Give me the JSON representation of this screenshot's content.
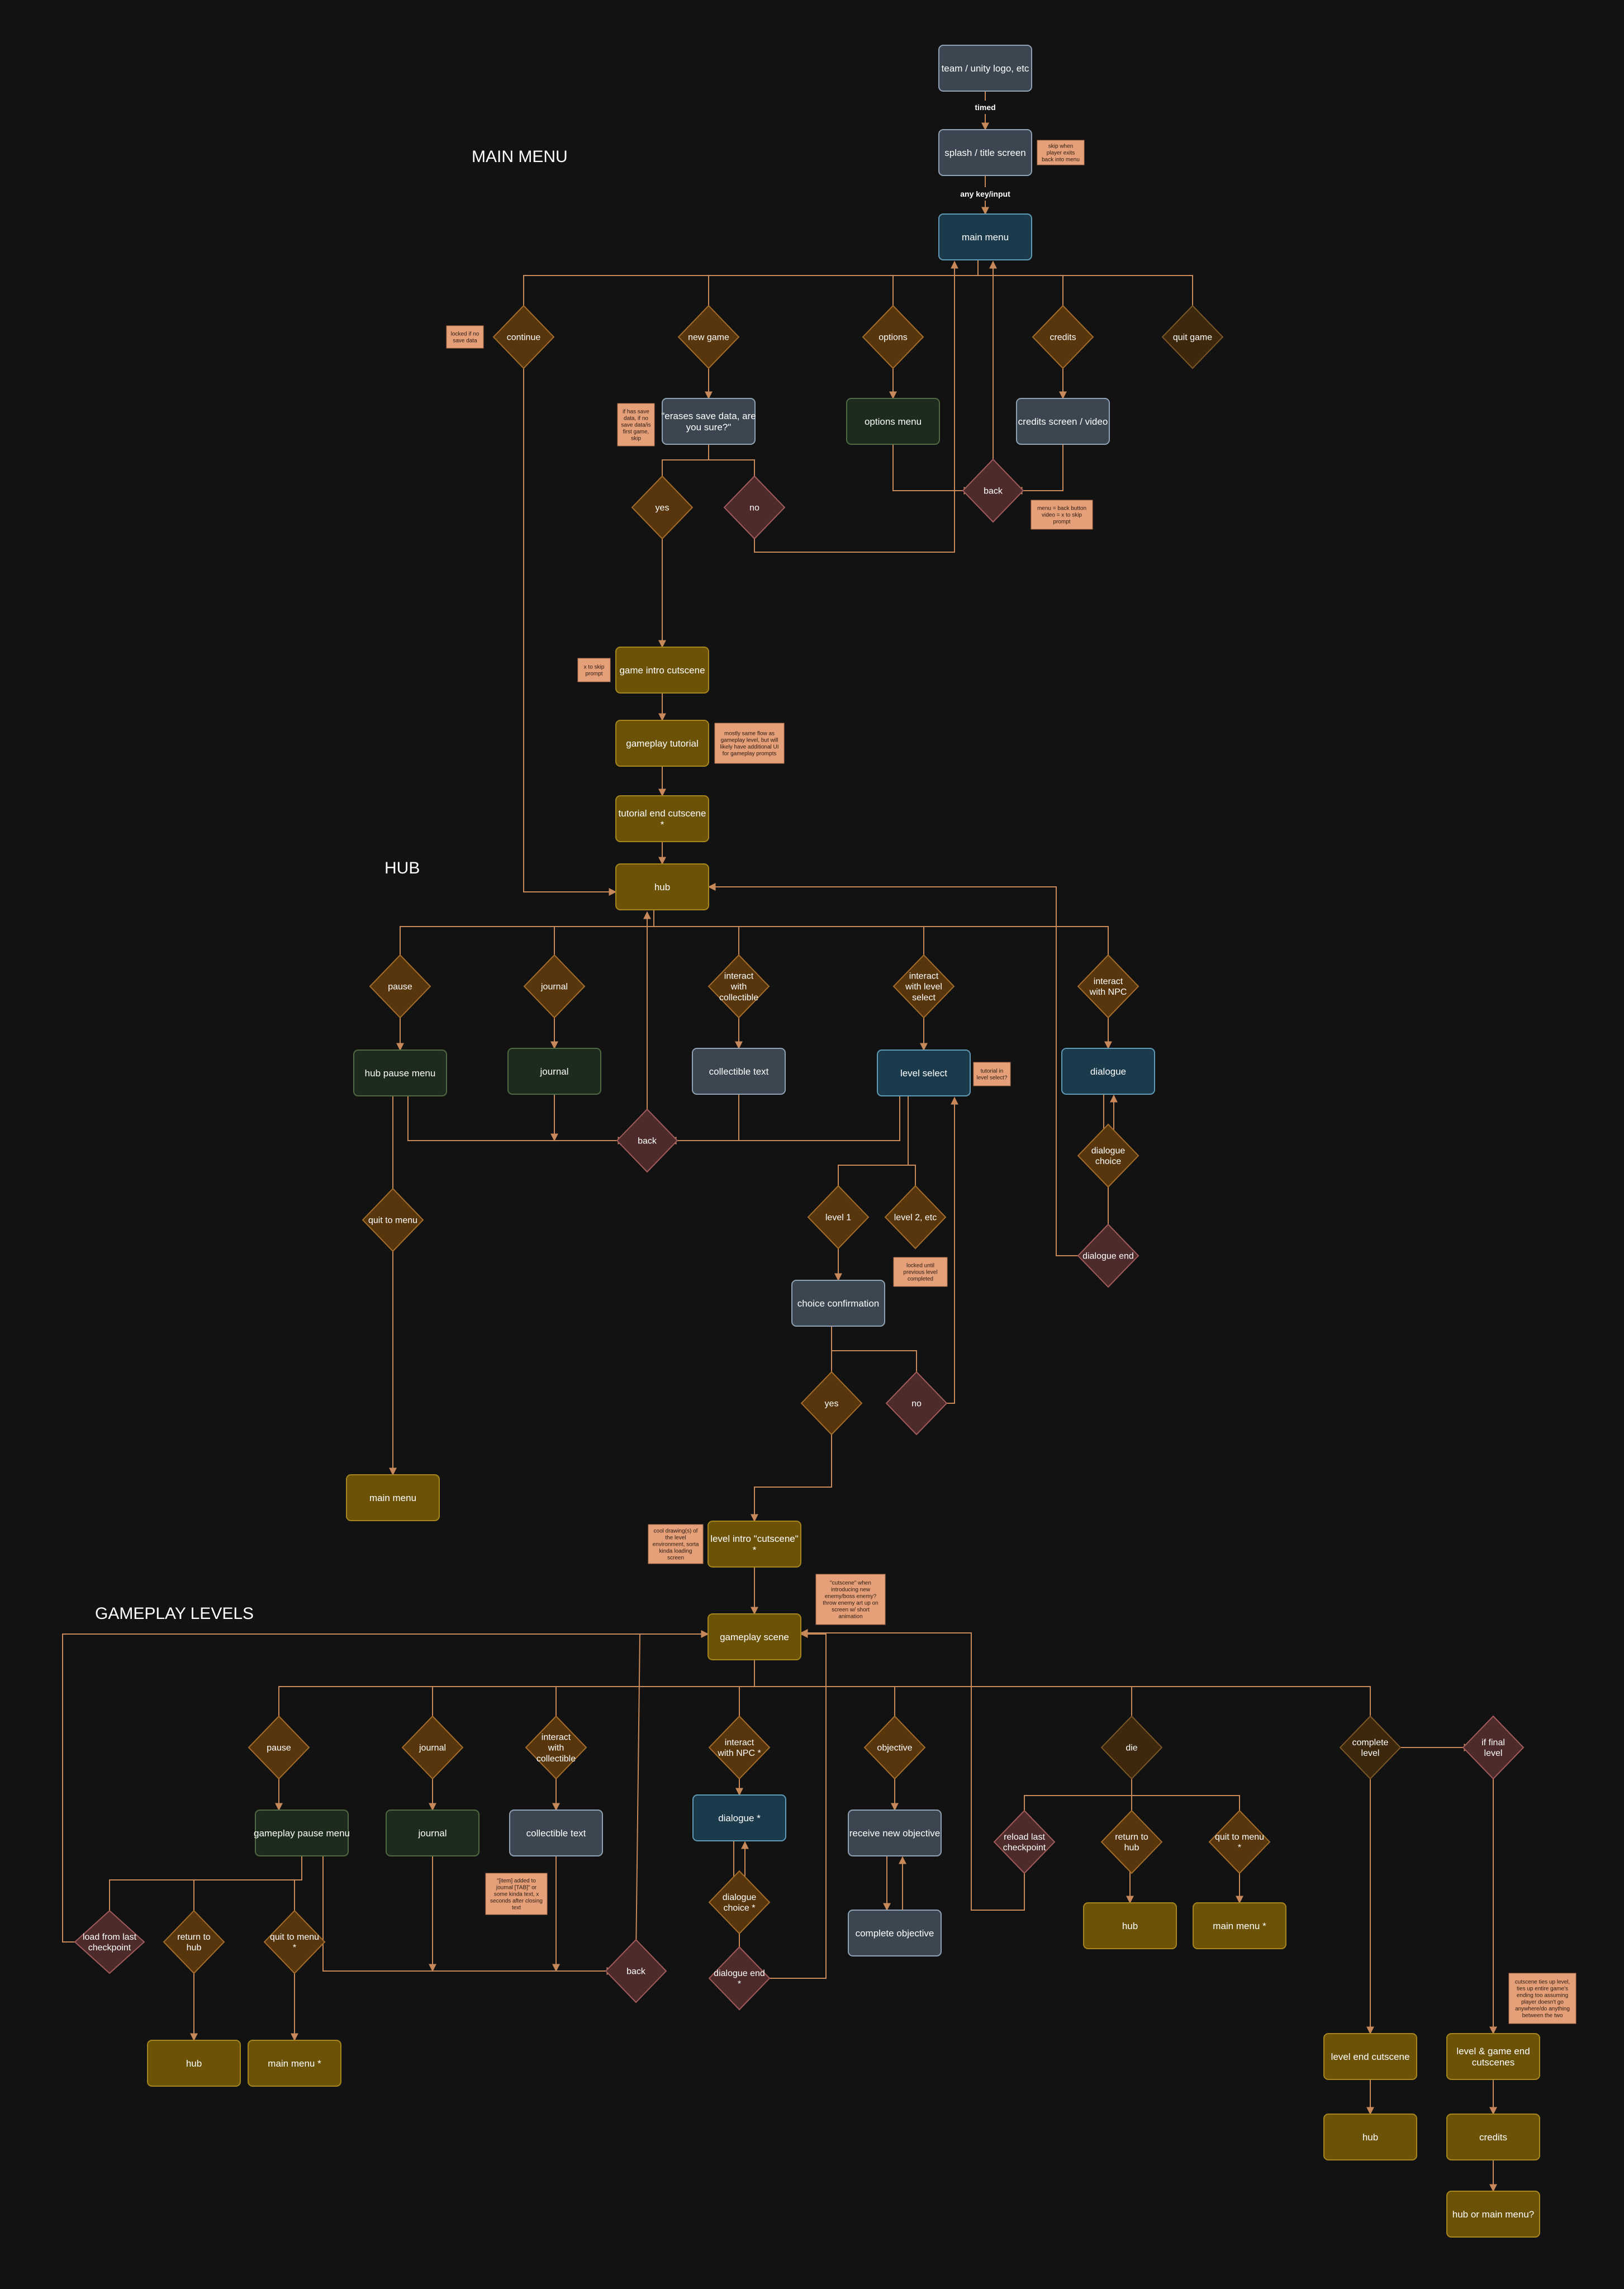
{
  "colors": {
    "background": "#121212",
    "edge": "#c8895a",
    "text": "#ffffff",
    "note_fill": "#e5a07a",
    "note_text": "#2a1a10",
    "fills": {
      "gray": {
        "fill": "#3b4650",
        "stroke": "#8fa2b6"
      },
      "teal": {
        "fill": "#1b3b4c",
        "stroke": "#5f9ab7"
      },
      "green": {
        "fill": "#1d2b1c",
        "stroke": "#4f6a45"
      },
      "gold": {
        "fill": "#6b5206",
        "stroke": "#a8861e"
      },
      "brown": {
        "fill": "#57360d",
        "stroke": "#a26b2a"
      },
      "dbrown": {
        "fill": "#3d280e",
        "stroke": "#7a5526"
      },
      "maroon": {
        "fill": "#4d2b2b",
        "stroke": "#a05a5a"
      }
    }
  },
  "sections": [
    {
      "id": "main_menu",
      "label": "MAIN MENU"
    },
    {
      "id": "hub",
      "label": "HUB"
    },
    {
      "id": "gameplay_levels",
      "label": "GAMEPLAY LEVELS"
    }
  ],
  "nodes": [
    {
      "id": "team_logo",
      "label": "team / unity logo, etc",
      "shape": "rect",
      "color": "gray"
    },
    {
      "id": "splash",
      "label": "splash / title screen",
      "shape": "rect",
      "color": "gray"
    },
    {
      "id": "main_menu",
      "label": "main menu",
      "shape": "rect",
      "color": "teal"
    },
    {
      "id": "continue",
      "label": "continue",
      "shape": "diamond",
      "color": "brown"
    },
    {
      "id": "new_game",
      "label": "new game",
      "shape": "diamond",
      "color": "brown"
    },
    {
      "id": "options",
      "label": "options",
      "shape": "diamond",
      "color": "brown"
    },
    {
      "id": "credits_d",
      "label": "credits",
      "shape": "diamond",
      "color": "brown"
    },
    {
      "id": "quit_game",
      "label": "quit game",
      "shape": "diamond",
      "color": "dbrown"
    },
    {
      "id": "erase_save",
      "label": "\"erases save data, are you sure?\"",
      "shape": "rect",
      "color": "gray"
    },
    {
      "id": "options_menu",
      "label": "options menu",
      "shape": "rect",
      "color": "green"
    },
    {
      "id": "credits_screen",
      "label": "credits screen / video",
      "shape": "rect",
      "color": "gray"
    },
    {
      "id": "yes1",
      "label": "yes",
      "shape": "diamond",
      "color": "brown"
    },
    {
      "id": "no1",
      "label": "no",
      "shape": "diamond",
      "color": "maroon"
    },
    {
      "id": "back1",
      "label": "back",
      "shape": "diamond",
      "color": "maroon"
    },
    {
      "id": "intro_cutscene",
      "label": "game intro cutscene",
      "shape": "rect",
      "color": "gold"
    },
    {
      "id": "tutorial",
      "label": "gameplay tutorial",
      "shape": "rect",
      "color": "gold"
    },
    {
      "id": "tutorial_end",
      "label": "tutorial end cutscene *",
      "shape": "rect",
      "color": "gold"
    },
    {
      "id": "hub",
      "label": "hub",
      "shape": "rect",
      "color": "gold"
    },
    {
      "id": "hub_pause",
      "label": "pause",
      "shape": "diamond",
      "color": "brown"
    },
    {
      "id": "hub_journal_d",
      "label": "journal",
      "shape": "diamond",
      "color": "brown"
    },
    {
      "id": "hub_collect_d",
      "label": "interact with collectible",
      "shape": "diamond",
      "color": "brown"
    },
    {
      "id": "hub_levelsel_d",
      "label": "interact with level select",
      "shape": "diamond",
      "color": "brown"
    },
    {
      "id": "hub_npc_d",
      "label": "interact with NPC",
      "shape": "diamond",
      "color": "brown"
    },
    {
      "id": "hub_pause_menu",
      "label": "hub pause menu",
      "shape": "rect",
      "color": "green"
    },
    {
      "id": "hub_journal",
      "label": "journal",
      "shape": "rect",
      "color": "green"
    },
    {
      "id": "hub_collect_text",
      "label": "collectible text",
      "shape": "rect",
      "color": "gray"
    },
    {
      "id": "level_select",
      "label": "level select",
      "shape": "rect",
      "color": "teal"
    },
    {
      "id": "hub_dialogue",
      "label": "dialogue",
      "shape": "rect",
      "color": "teal"
    },
    {
      "id": "back2",
      "label": "back",
      "shape": "diamond",
      "color": "maroon"
    },
    {
      "id": "hub_dialogue_choice",
      "label": "dialogue choice",
      "shape": "diamond",
      "color": "brown"
    },
    {
      "id": "hub_quit_menu",
      "label": "quit to menu",
      "shape": "diamond",
      "color": "brown"
    },
    {
      "id": "level1",
      "label": "level 1",
      "shape": "diamond",
      "color": "brown"
    },
    {
      "id": "level2",
      "label": "level 2, etc",
      "shape": "diamond",
      "color": "brown"
    },
    {
      "id": "hub_dialogue_end",
      "label": "dialogue end",
      "shape": "diamond",
      "color": "maroon"
    },
    {
      "id": "choice_conf",
      "label": "choice confirmation",
      "shape": "rect",
      "color": "gray"
    },
    {
      "id": "yes2",
      "label": "yes",
      "shape": "diamond",
      "color": "brown"
    },
    {
      "id": "no2",
      "label": "no",
      "shape": "diamond",
      "color": "maroon"
    },
    {
      "id": "hub_main_menu",
      "label": "main menu",
      "shape": "rect",
      "color": "gold"
    },
    {
      "id": "level_intro",
      "label": "level intro \"cutscene\" *",
      "shape": "rect",
      "color": "gold"
    },
    {
      "id": "gameplay_scene",
      "label": "gameplay scene",
      "shape": "rect",
      "color": "gold"
    },
    {
      "id": "gp_pause",
      "label": "pause",
      "shape": "diamond",
      "color": "brown"
    },
    {
      "id": "gp_journal_d",
      "label": "journal",
      "shape": "diamond",
      "color": "brown"
    },
    {
      "id": "gp_collect_d",
      "label": "interact with collectible",
      "shape": "diamond",
      "color": "brown"
    },
    {
      "id": "gp_npc_d",
      "label": "interact with NPC *",
      "shape": "diamond",
      "color": "brown"
    },
    {
      "id": "gp_objective_d",
      "label": "objective",
      "shape": "diamond",
      "color": "brown"
    },
    {
      "id": "gp_die",
      "label": "die",
      "shape": "diamond",
      "color": "dbrown"
    },
    {
      "id": "gp_complete",
      "label": "complete level",
      "shape": "diamond",
      "color": "dbrown"
    },
    {
      "id": "gp_final",
      "label": "if final level",
      "shape": "diamond",
      "color": "maroon"
    },
    {
      "id": "gp_pause_menu",
      "label": "gameplay pause menu",
      "shape": "rect",
      "color": "green"
    },
    {
      "id": "gp_journal",
      "label": "journal",
      "shape": "rect",
      "color": "green"
    },
    {
      "id": "gp_collect_text",
      "label": "collectible text",
      "shape": "rect",
      "color": "gray"
    },
    {
      "id": "gp_dialogue",
      "label": "dialogue *",
      "shape": "rect",
      "color": "teal"
    },
    {
      "id": "gp_new_obj",
      "label": "receive new objective",
      "shape": "rect",
      "color": "gray"
    },
    {
      "id": "gp_reload",
      "label": "reload last checkpoint",
      "shape": "diamond",
      "color": "maroon"
    },
    {
      "id": "gp_die_hub_d",
      "label": "return to hub",
      "shape": "diamond",
      "color": "brown"
    },
    {
      "id": "gp_die_menu_d",
      "label": "quit to menu *",
      "shape": "diamond",
      "color": "brown"
    },
    {
      "id": "gp_dialogue_choice",
      "label": "dialogue choice *",
      "shape": "diamond",
      "color": "brown"
    },
    {
      "id": "gp_complete_obj",
      "label": "complete objective",
      "shape": "rect",
      "color": "gray"
    },
    {
      "id": "gp_load_cp",
      "label": "load from last checkpoint",
      "shape": "diamond",
      "color": "maroon"
    },
    {
      "id": "gp_ret_hub_d",
      "label": "return to hub",
      "shape": "diamond",
      "color": "brown"
    },
    {
      "id": "gp_quit_menu_d",
      "label": "quit to menu *",
      "shape": "diamond",
      "color": "brown"
    },
    {
      "id": "gp_back",
      "label": "back",
      "shape": "diamond",
      "color": "maroon"
    },
    {
      "id": "gp_dialogue_end",
      "label": "dialogue end *",
      "shape": "diamond",
      "color": "maroon"
    },
    {
      "id": "gp_die_hub",
      "label": "hub",
      "shape": "rect",
      "color": "gold"
    },
    {
      "id": "gp_die_menu",
      "label": "main menu *",
      "shape": "rect",
      "color": "gold"
    },
    {
      "id": "gp_hub",
      "label": "hub",
      "shape": "rect",
      "color": "gold"
    },
    {
      "id": "gp_main_menu",
      "label": "main menu *",
      "shape": "rect",
      "color": "gold"
    },
    {
      "id": "lvl_end_cut",
      "label": "level end cutscene",
      "shape": "rect",
      "color": "gold"
    },
    {
      "id": "game_end_cut",
      "label": "level & game end cutscenes",
      "shape": "rect",
      "color": "gold"
    },
    {
      "id": "end_hub",
      "label": "hub",
      "shape": "rect",
      "color": "gold"
    },
    {
      "id": "end_credits",
      "label": "credits",
      "shape": "rect",
      "color": "gold"
    },
    {
      "id": "hub_or_menu",
      "label": "hub or main menu?",
      "shape": "rect",
      "color": "gold"
    }
  ],
  "edge_labels": [
    {
      "id": "timed",
      "label": "timed"
    },
    {
      "id": "any_key",
      "label": "any key/input"
    }
  ],
  "notes": [
    {
      "id": "note_skip_splash",
      "lines": [
        "skip when",
        "player exits",
        "back into menu"
      ]
    },
    {
      "id": "note_continue",
      "lines": [
        "locked if no",
        "save data"
      ]
    },
    {
      "id": "note_erase",
      "lines": [
        "if has save",
        "data, if no",
        "save data/is",
        "first game,",
        "skip"
      ]
    },
    {
      "id": "note_back",
      "lines": [
        "menu = back button",
        "video = x to skip",
        "prompt"
      ]
    },
    {
      "id": "note_intro",
      "lines": [
        "x to skip",
        "prompt"
      ]
    },
    {
      "id": "note_tutorial",
      "lines": [
        "mostly same flow as",
        "gameplay level, but will",
        "likely have additional UI",
        "for gameplay prompts"
      ]
    },
    {
      "id": "note_levelsel",
      "lines": [
        "tutorial in",
        "level select?"
      ]
    },
    {
      "id": "note_locked",
      "lines": [
        "locked until",
        "previous level",
        "completed"
      ]
    },
    {
      "id": "note_levelintro",
      "lines": [
        "cool drawing(s) of",
        "the level",
        "environment, sorta",
        "kinda loading",
        "screen"
      ]
    },
    {
      "id": "note_cutscene",
      "lines": [
        "\"cutscene\" when",
        "introducing new",
        "enemy/boss enemy?",
        "throw enemy art up on",
        "screen w/ short",
        "animation"
      ]
    },
    {
      "id": "note_journal",
      "lines": [
        "\"[item] added to",
        "journal [TAB]\" or",
        "some kinda text, x",
        "seconds after closing",
        "text"
      ]
    },
    {
      "id": "note_final",
      "lines": [
        "cutscene ties up level,",
        "ties up entire game's",
        "ending too assuming",
        "player doesn't go",
        "anywhere/do anything",
        "between the two"
      ]
    }
  ]
}
